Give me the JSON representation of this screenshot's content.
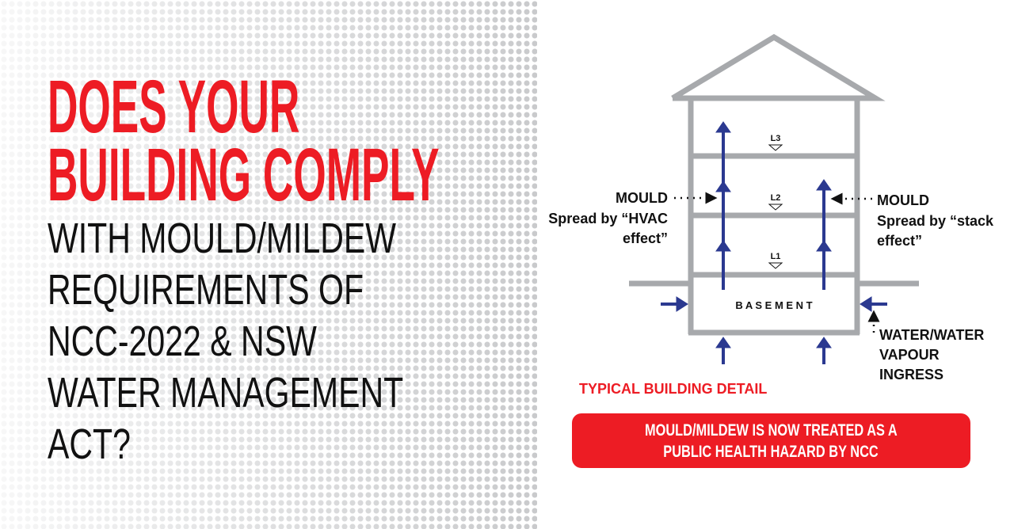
{
  "headline": {
    "red_lines": [
      "DOES YOUR",
      "BUILDING COMPLY"
    ],
    "black_lines": [
      "WITH MOULD/MILDEW",
      "REQUIREMENTS OF",
      "NCC-2022 & NSW",
      "WATER MANAGEMENT",
      "ACT?"
    ]
  },
  "diagram": {
    "levels": [
      "L3",
      "L2",
      "L1"
    ],
    "basement": "B A S E M E N T",
    "left_callout": [
      "MOULD",
      "Spread by “HVAC",
      "effect”"
    ],
    "right_callout": [
      "MOULD",
      "Spread by “stack",
      "effect”"
    ],
    "water_callout": [
      "WATER/WATER",
      "VAPOUR",
      "INGRESS"
    ],
    "caption": "TYPICAL BUILDING DETAIL"
  },
  "banner": [
    "MOULD/MILDEW IS NOW TREATED AS A",
    "PUBLIC HEALTH HAZARD BY NCC"
  ],
  "colors": {
    "red": "#ed1c24",
    "blue": "#2b3990",
    "gray": "#a7a9ac"
  }
}
